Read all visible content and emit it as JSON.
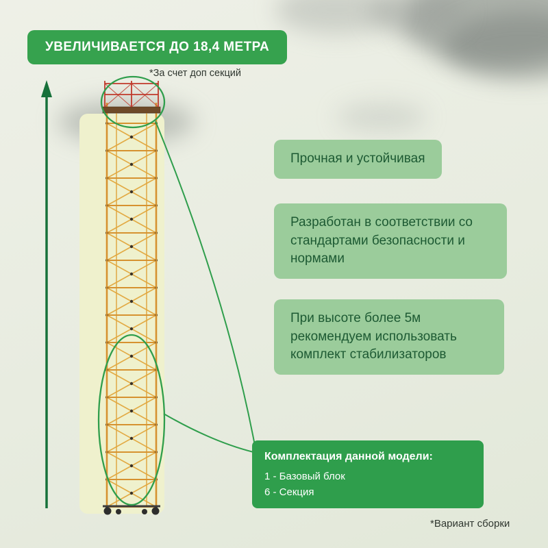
{
  "banner": {
    "label": "УВЕЛИЧИВАЕТСЯ ДО 18,4 МЕТРА"
  },
  "notes": {
    "top": "*За счет доп секций",
    "bottom": "*Вариант сборки"
  },
  "cards": [
    {
      "text": "Прочная и устойчивая"
    },
    {
      "text": "Разработан в соответствии со стандартами безопасности и нормами"
    },
    {
      "text": "При высоте более 5м рекомендуем использовать комплект стабилизаторов"
    }
  ],
  "kit": {
    "title": "Комплектация данной модели:",
    "items": [
      "1 - Базовый блок",
      "6 - Секция"
    ]
  },
  "colors": {
    "banner_green": "#36a24e",
    "card_green": "#9bcc9b",
    "card_text_green": "#1d5a33",
    "kit_green": "#2f9e4c",
    "accent_green": "#2f9e4c",
    "band_yellow": "#eff1cd",
    "tower_orange": "#d6922f",
    "rail_red": "#c0392b"
  }
}
